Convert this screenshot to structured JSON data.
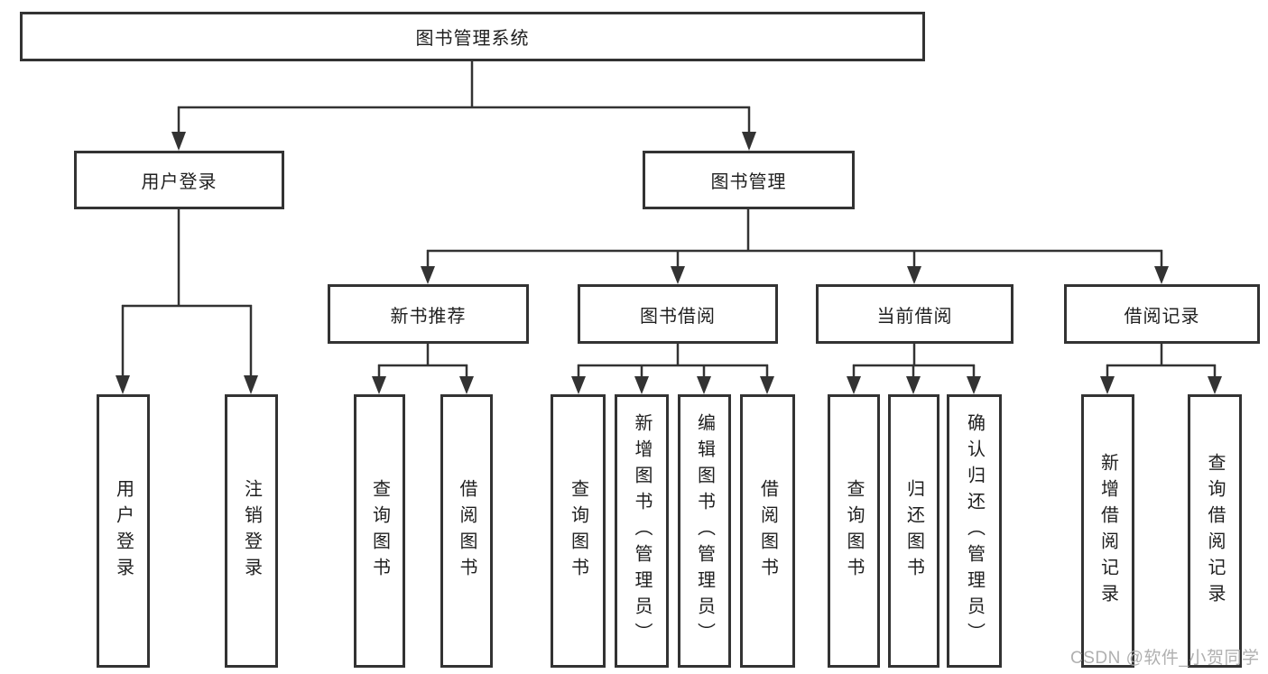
{
  "root": {
    "label": "图书管理系统"
  },
  "level2": {
    "user_login": {
      "label": "用户登录"
    },
    "book_management": {
      "label": "图书管理"
    }
  },
  "level3": {
    "new_book_recommend": {
      "label": "新书推荐"
    },
    "book_borrowing": {
      "label": "图书借阅"
    },
    "current_borrowing": {
      "label": "当前借阅"
    },
    "borrowing_records": {
      "label": "借阅记录"
    }
  },
  "level4": {
    "user_login": {
      "label": "用户登录"
    },
    "logout": {
      "label": "注销登录"
    },
    "recommend_query_books": {
      "label": "查询图书"
    },
    "recommend_borrow_books": {
      "label": "借阅图书"
    },
    "borrow_query_books": {
      "label": "查询图书"
    },
    "borrow_add_books": {
      "label": "新增图书（管理员）"
    },
    "borrow_edit_books": {
      "label": "编辑图书（管理员）"
    },
    "borrow_borrow_books": {
      "label": "借阅图书"
    },
    "current_query_books": {
      "label": "查询图书"
    },
    "current_return_books": {
      "label": "归还图书"
    },
    "current_confirm_return": {
      "label": "确认归还（管理员）"
    },
    "records_add_record": {
      "label": "新增借阅记录"
    },
    "records_query_record": {
      "label": "查询借阅记录"
    }
  },
  "watermark": {
    "text": "CSDN @软件_小贺同学"
  },
  "colors": {
    "line": "#333333",
    "text": "#1f1f1f",
    "watermark": "#acacac",
    "background": "#ffffff"
  }
}
